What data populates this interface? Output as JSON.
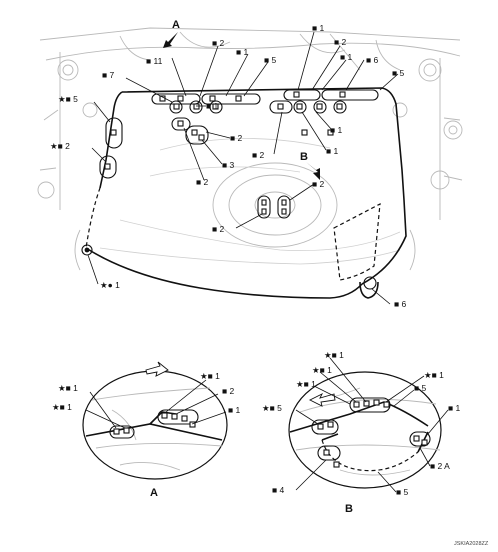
{
  "diagram": {
    "views": {
      "a": "A",
      "b": "B"
    },
    "callouts": {
      "c1": "■ 1",
      "c2": "■ 2",
      "c3": "■ 3",
      "c4": "■ 4",
      "c5": "■ 5",
      "c6": "■ 6",
      "c7": "■ 7",
      "c11": "■ 11",
      "c2a": "■ 2 A",
      "s1": "★■ 1",
      "s2": "★■ 2",
      "s5": "★■ 5",
      "sc1": "★● 1"
    },
    "code": "JSKIA2028ZZ"
  }
}
